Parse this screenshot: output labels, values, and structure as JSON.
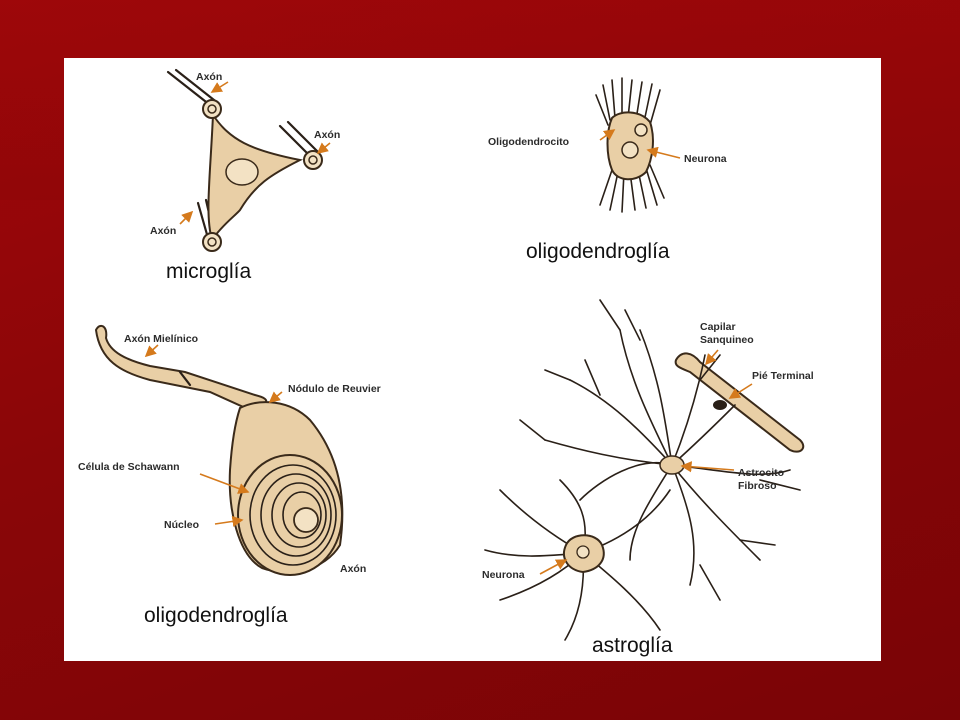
{
  "panels": {
    "microglia": {
      "caption": "microglía",
      "labels": [
        "Axón",
        "Axón",
        "Axón"
      ]
    },
    "oligo_top": {
      "caption": "oligodendroglía",
      "labels": [
        "Oligodendrocito",
        "Neurona"
      ]
    },
    "oligo_bottom": {
      "caption": "oligodendroglía",
      "labels": [
        "Axón Mielínico",
        "Nódulo de Reuvier",
        "Célula de Schawann",
        "Núcleo",
        "Axón"
      ]
    },
    "astroglia": {
      "caption": "astroglía",
      "labels": [
        "Capilar",
        "Sanquineo",
        "Pié Terminal",
        "Astrocito",
        "Fibroso",
        "Neurona"
      ]
    }
  },
  "colors": {
    "slide_bg": "#8a0608",
    "panel_bg": "#ffffff",
    "cell_fill": "#e9cfa6",
    "arrow": "#d57a1c"
  }
}
